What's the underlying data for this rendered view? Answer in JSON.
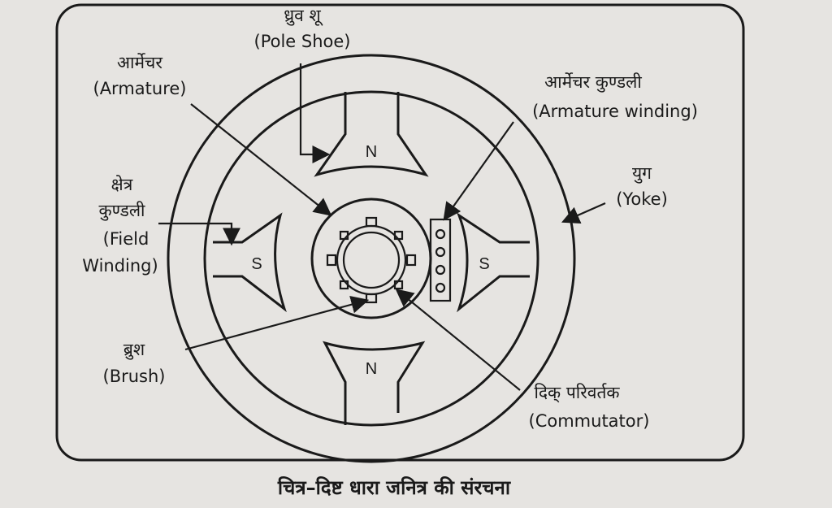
{
  "labels": {
    "pole_shoe_hi": "ध्रुव शू",
    "pole_shoe_en": "(Pole Shoe)",
    "armature_hi": "आर्मेचर",
    "armature_en": "(Armature)",
    "armature_winding_hi": "आर्मेचर कुण्डली",
    "armature_winding_en": "(Armature winding)",
    "field_winding_hi_1": "क्षेत्र",
    "field_winding_hi_2": "कुण्डली",
    "field_winding_en_1": "(Field",
    "field_winding_en_2": "Winding)",
    "yoke_hi": "युग",
    "yoke_en": "(Yoke)",
    "brush_hi": "ब्रुश",
    "brush_en": "(Brush)",
    "commutator_hi": "दिक् परिवर्तक",
    "commutator_en": "(Commutator)"
  },
  "poles": {
    "top": "N",
    "bottom": "N",
    "left": "S",
    "right": "S"
  },
  "caption": "चित्र–दिष्ट धारा जनित्र की संरचना"
}
